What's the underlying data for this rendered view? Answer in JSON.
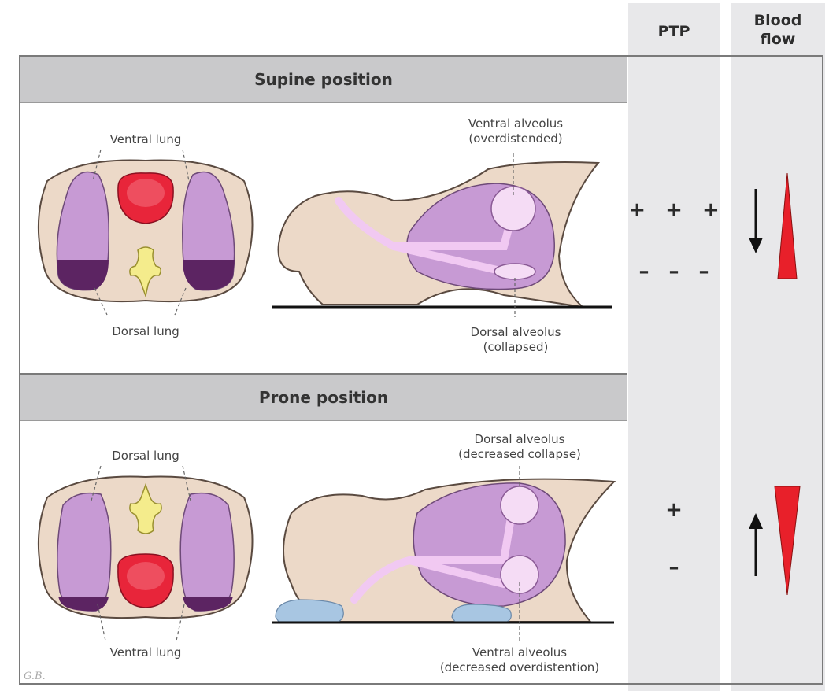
{
  "columns": {
    "ptp": "PTP",
    "blood_flow_line1": "Blood",
    "blood_flow_line2": "flow"
  },
  "supine": {
    "title": "Supine position",
    "ventral_lung": "Ventral lung",
    "dorsal_lung": "Dorsal lung",
    "ventral_alveolus_1": "Ventral alveolus",
    "ventral_alveolus_2": "(overdistended)",
    "dorsal_alveolus_1": "Dorsal alveolus",
    "dorsal_alveolus_2": "(collapsed)",
    "ptp_top": "+ + +",
    "ptp_bottom": "– – –"
  },
  "prone": {
    "title": "Prone position",
    "dorsal_lung": "Dorsal lung",
    "ventral_lung": "Ventral lung",
    "dorsal_alveolus_1": "Dorsal alveolus",
    "dorsal_alveolus_2": "(decreased collapse)",
    "ventral_alveolus_1": "Ventral alveolus",
    "ventral_alveolus_2": "(decreased overdistention)",
    "ptp_top": "+",
    "ptp_bottom": "–"
  },
  "signature": "G.B.",
  "colors": {
    "tissue": "#ecd9c8",
    "lung": "#c79ad4",
    "lung_dark": "#5c2462",
    "heart": "#e8253a",
    "spine": "#f4ec8c",
    "triangle": "#e8202a",
    "column": "#e8e8ea",
    "bar": "#c9c9cb"
  }
}
